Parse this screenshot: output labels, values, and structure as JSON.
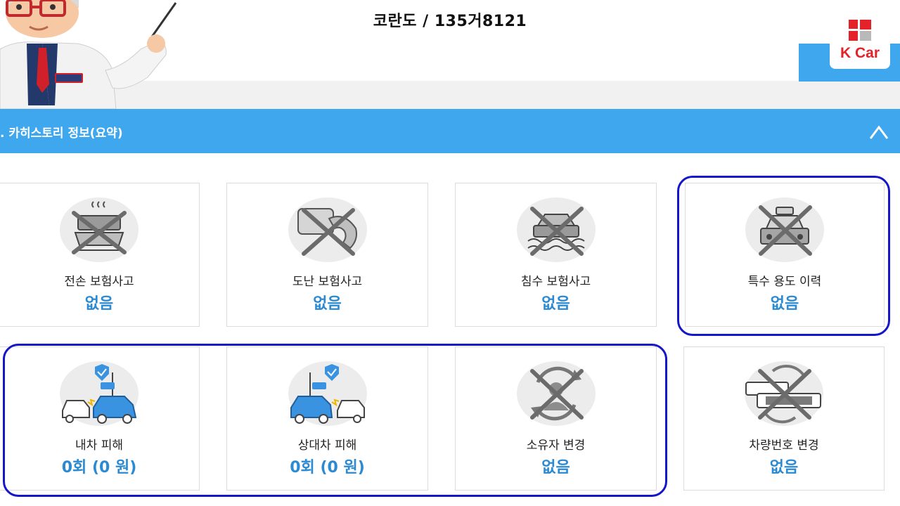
{
  "header": {
    "title": "코란도 / 135거8121",
    "brand": "K Car"
  },
  "section": {
    "title": ". 카히스토리 정보(요약)"
  },
  "cards": [
    {
      "label": "전손 보험사고",
      "value": "없음",
      "icon": "wrecked-car-icon"
    },
    {
      "label": "도난 보험사고",
      "value": "없음",
      "icon": "theft-phone-icon"
    },
    {
      "label": "침수 보험사고",
      "value": "없음",
      "icon": "flooded-car-icon"
    },
    {
      "label": "특수 용도 이력",
      "value": "없음",
      "icon": "taxi-car-icon"
    },
    {
      "label": "내차 피해",
      "value": "0회 (0 원)",
      "icon": "my-car-damage-icon"
    },
    {
      "label": "상대차 피해",
      "value": "0회 (0 원)",
      "icon": "other-car-damage-icon"
    },
    {
      "label": "소유자 변경",
      "value": "없음",
      "icon": "owner-change-icon"
    },
    {
      "label": "차량번호 변경",
      "value": "없음",
      "icon": "plate-change-icon"
    }
  ],
  "colors": {
    "accent": "#3fa7ee",
    "value": "#2b8ad2",
    "highlight": "#1515c9",
    "brand": "#e4222a"
  }
}
